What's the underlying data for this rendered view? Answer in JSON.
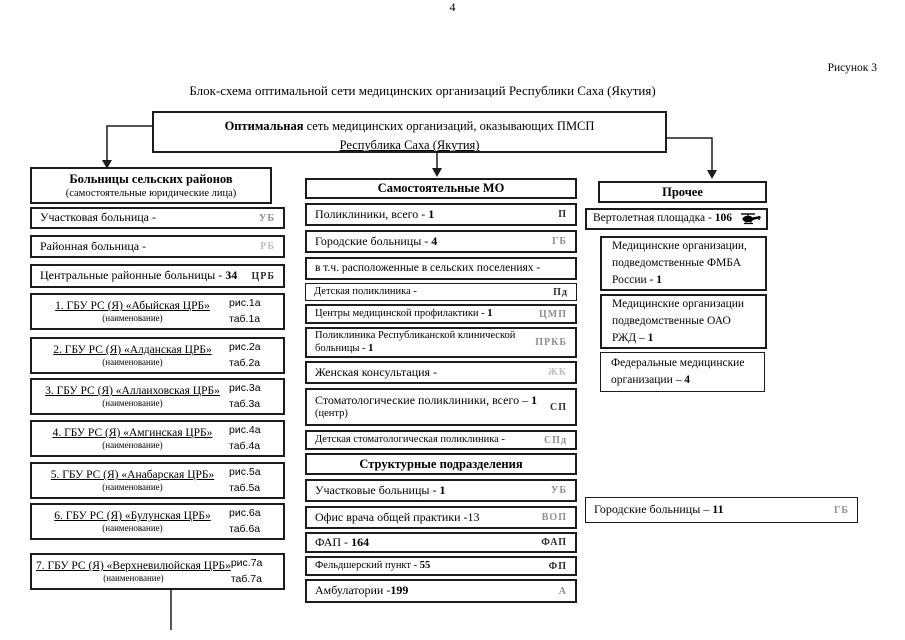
{
  "page": {
    "number": "4",
    "figure_label": "Рисунок 3",
    "title": "Блок-схема оптимальной сети медицинских организаций Республики Саха (Якутия)"
  },
  "root_box": {
    "line1_bold": "Оптимальная",
    "line1_rest": " сеть медицинских организаций, оказывающих ПМСП",
    "line2": "Республика Саха (Якутия)"
  },
  "left": {
    "header_title": "Больницы сельских районов",
    "header_subtitle": "(самостоятельные юридические лица)",
    "rows": [
      {
        "label": "Участковая больница -",
        "value": "",
        "icon": "УБ"
      },
      {
        "label": "Районная больница -",
        "value": "",
        "icon": "РБ"
      },
      {
        "label": "Центральные районные больницы - ",
        "value": "34",
        "icon": "ЦРБ"
      }
    ],
    "hospitals": [
      {
        "name": "1. ГБУ РС (Я) «Абыйская ЦРБ»",
        "sub": "(наименование)",
        "fig": "рис.1а",
        "tab": "таб.1а"
      },
      {
        "name": "2. ГБУ РС (Я) «Алданская ЦРБ»",
        "sub": "(наименование)",
        "fig": "рис.2а",
        "tab": "таб.2а"
      },
      {
        "name": "3. ГБУ РС (Я) «Аллаиховская ЦРБ»",
        "sub": "(наименование)",
        "fig": "рис.3а",
        "tab": "таб.3а"
      },
      {
        "name": "4. ГБУ РС (Я) «Амгинская ЦРБ»",
        "sub": "(наименование)",
        "fig": "рис.4а",
        "tab": "таб.4а"
      },
      {
        "name": "5. ГБУ РС (Я) «Анабарская ЦРБ»",
        "sub": "(наименование)",
        "fig": "рис.5а",
        "tab": "таб.5а"
      },
      {
        "name": "6. ГБУ РС (Я) «Булунская ЦРБ»",
        "sub": "(наименование)",
        "fig": "рис.6а",
        "tab": "таб.6а"
      },
      {
        "name": "7. ГБУ РС (Я) «Верхневилюйская ЦРБ»",
        "sub": "(наименование)",
        "fig": "рис.7а",
        "tab": "таб.7а"
      }
    ]
  },
  "middle": {
    "header1": "Самостоятельные МО",
    "rows1": [
      {
        "label": "Поликлиники, всего - ",
        "value": "1",
        "icon": "П"
      },
      {
        "label": "Городские больницы - ",
        "value": "4",
        "icon": "ГБ"
      },
      {
        "label": "в т.ч. расположенные в сельских поселениях -",
        "value": "",
        "icon": ""
      },
      {
        "label": "Детская поликлиника -",
        "value": "",
        "icon": "Пд"
      },
      {
        "label": "Центры медицинской профилактики - ",
        "value": "1",
        "icon": "ЦМП"
      },
      {
        "label": "Поликлиника Республиканской клинической больницы - ",
        "value": "1",
        "icon": "ПРКБ"
      },
      {
        "label": "Женская консультация -",
        "value": "",
        "icon": "ЖК"
      },
      {
        "label": "Стоматологические поликлиники, всего – ",
        "value": "1",
        "sub": "(центр)",
        "icon": "СП"
      },
      {
        "label": "Детская стоматологическая поликлиника -",
        "value": "",
        "icon": "СПд"
      }
    ],
    "header2": "Структурные подразделения",
    "rows2": [
      {
        "label": "Участковые больницы - ",
        "value": "1",
        "icon": "УБ"
      },
      {
        "label": "Офис врача общей практики -13",
        "value": "",
        "icon": "ВОП"
      },
      {
        "label": "ФАП - ",
        "value": "164",
        "icon": "ФАП"
      },
      {
        "label": "Фельдшерский пункт - ",
        "value": "55",
        "icon": "ФП"
      },
      {
        "label": "Амбулатории -",
        "value": "199",
        "icon": "А"
      }
    ]
  },
  "right": {
    "header": "Прочее",
    "heliport": {
      "label": "Вертолетная площадка - ",
      "value": "106",
      "icon": "helicopter"
    },
    "fmba": {
      "line1": "Медицинские организации,",
      "line2": "подведомственные ФМБА",
      "line3": "России - ",
      "value": "1"
    },
    "rzd": {
      "line1": "Медицинские организации",
      "line2": "подведомственные ОАО",
      "line3": "РЖД – ",
      "value": "1"
    },
    "federal": {
      "line1": "Федеральные медицинские",
      "line2": "организации – ",
      "value": "4"
    },
    "city_hospitals": {
      "label": "Городские больницы – ",
      "value": "11",
      "icon": "ГБ"
    }
  },
  "colors": {
    "line": "#1c1c1c",
    "icon_mid": "#8f8f8f",
    "icon_light": "#bdbdbd",
    "icon_dark": "#2e2e2e"
  }
}
